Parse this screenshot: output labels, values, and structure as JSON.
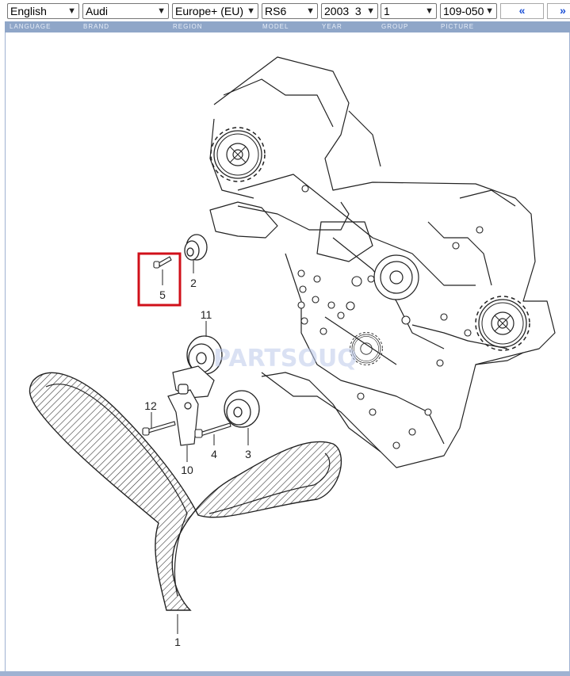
{
  "toolbar": {
    "language": "English",
    "brand": "Audi",
    "region": "Europe+ (EU)",
    "model": "RS6",
    "year": "2003  3",
    "group": "1",
    "picture": "109-050",
    "prev_label": "«",
    "next_label": "»"
  },
  "labels": {
    "language": "LANGUAGE",
    "brand": "BRAND",
    "region": "REGION",
    "model": "MODEL",
    "year": "YEAR",
    "group": "GROUP",
    "picture": "PICTURE"
  },
  "diagram": {
    "watermark": "PARTSOUQ",
    "highlight_color": "#d0101a",
    "callouts": [
      "1",
      "2",
      "3",
      "4",
      "5",
      "10",
      "11",
      "12"
    ],
    "highlighted_callout": "5"
  }
}
